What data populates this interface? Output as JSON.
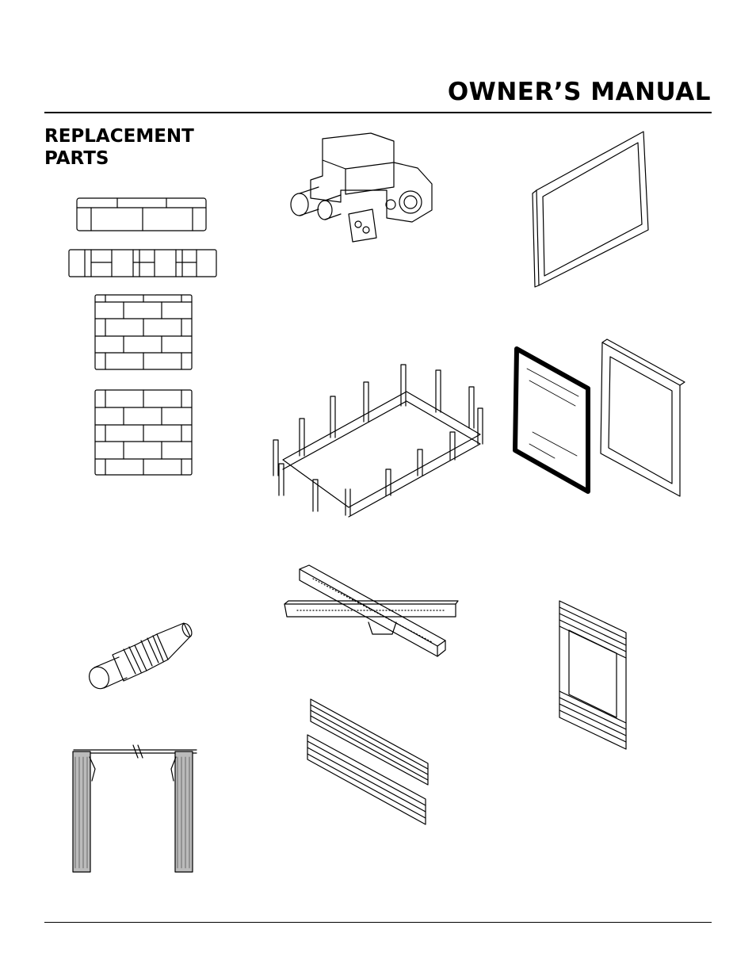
{
  "header": {
    "title": "OWNER’S MANUAL"
  },
  "section": {
    "title_line1": "REPLACEMENT",
    "title_line2": "PARTS"
  },
  "parts": [
    {
      "icon": "brick-liner-top-icon"
    },
    {
      "icon": "brick-liner-bottom-icon"
    },
    {
      "icon": "brick-panel-left-icon"
    },
    {
      "icon": "brick-panel-right-icon"
    },
    {
      "icon": "pilot-assembly-icon"
    },
    {
      "icon": "fireplace-screen-icon"
    },
    {
      "icon": "gas-control-valve-icon"
    },
    {
      "icon": "log-grate-icon"
    },
    {
      "icon": "burner-assembly-icon"
    },
    {
      "icon": "louver-panels-icon"
    },
    {
      "icon": "glass-door-icon"
    },
    {
      "icon": "door-frame-icon"
    },
    {
      "icon": "louvered-frame-icon"
    },
    {
      "icon": "frame-panel-icon"
    }
  ]
}
